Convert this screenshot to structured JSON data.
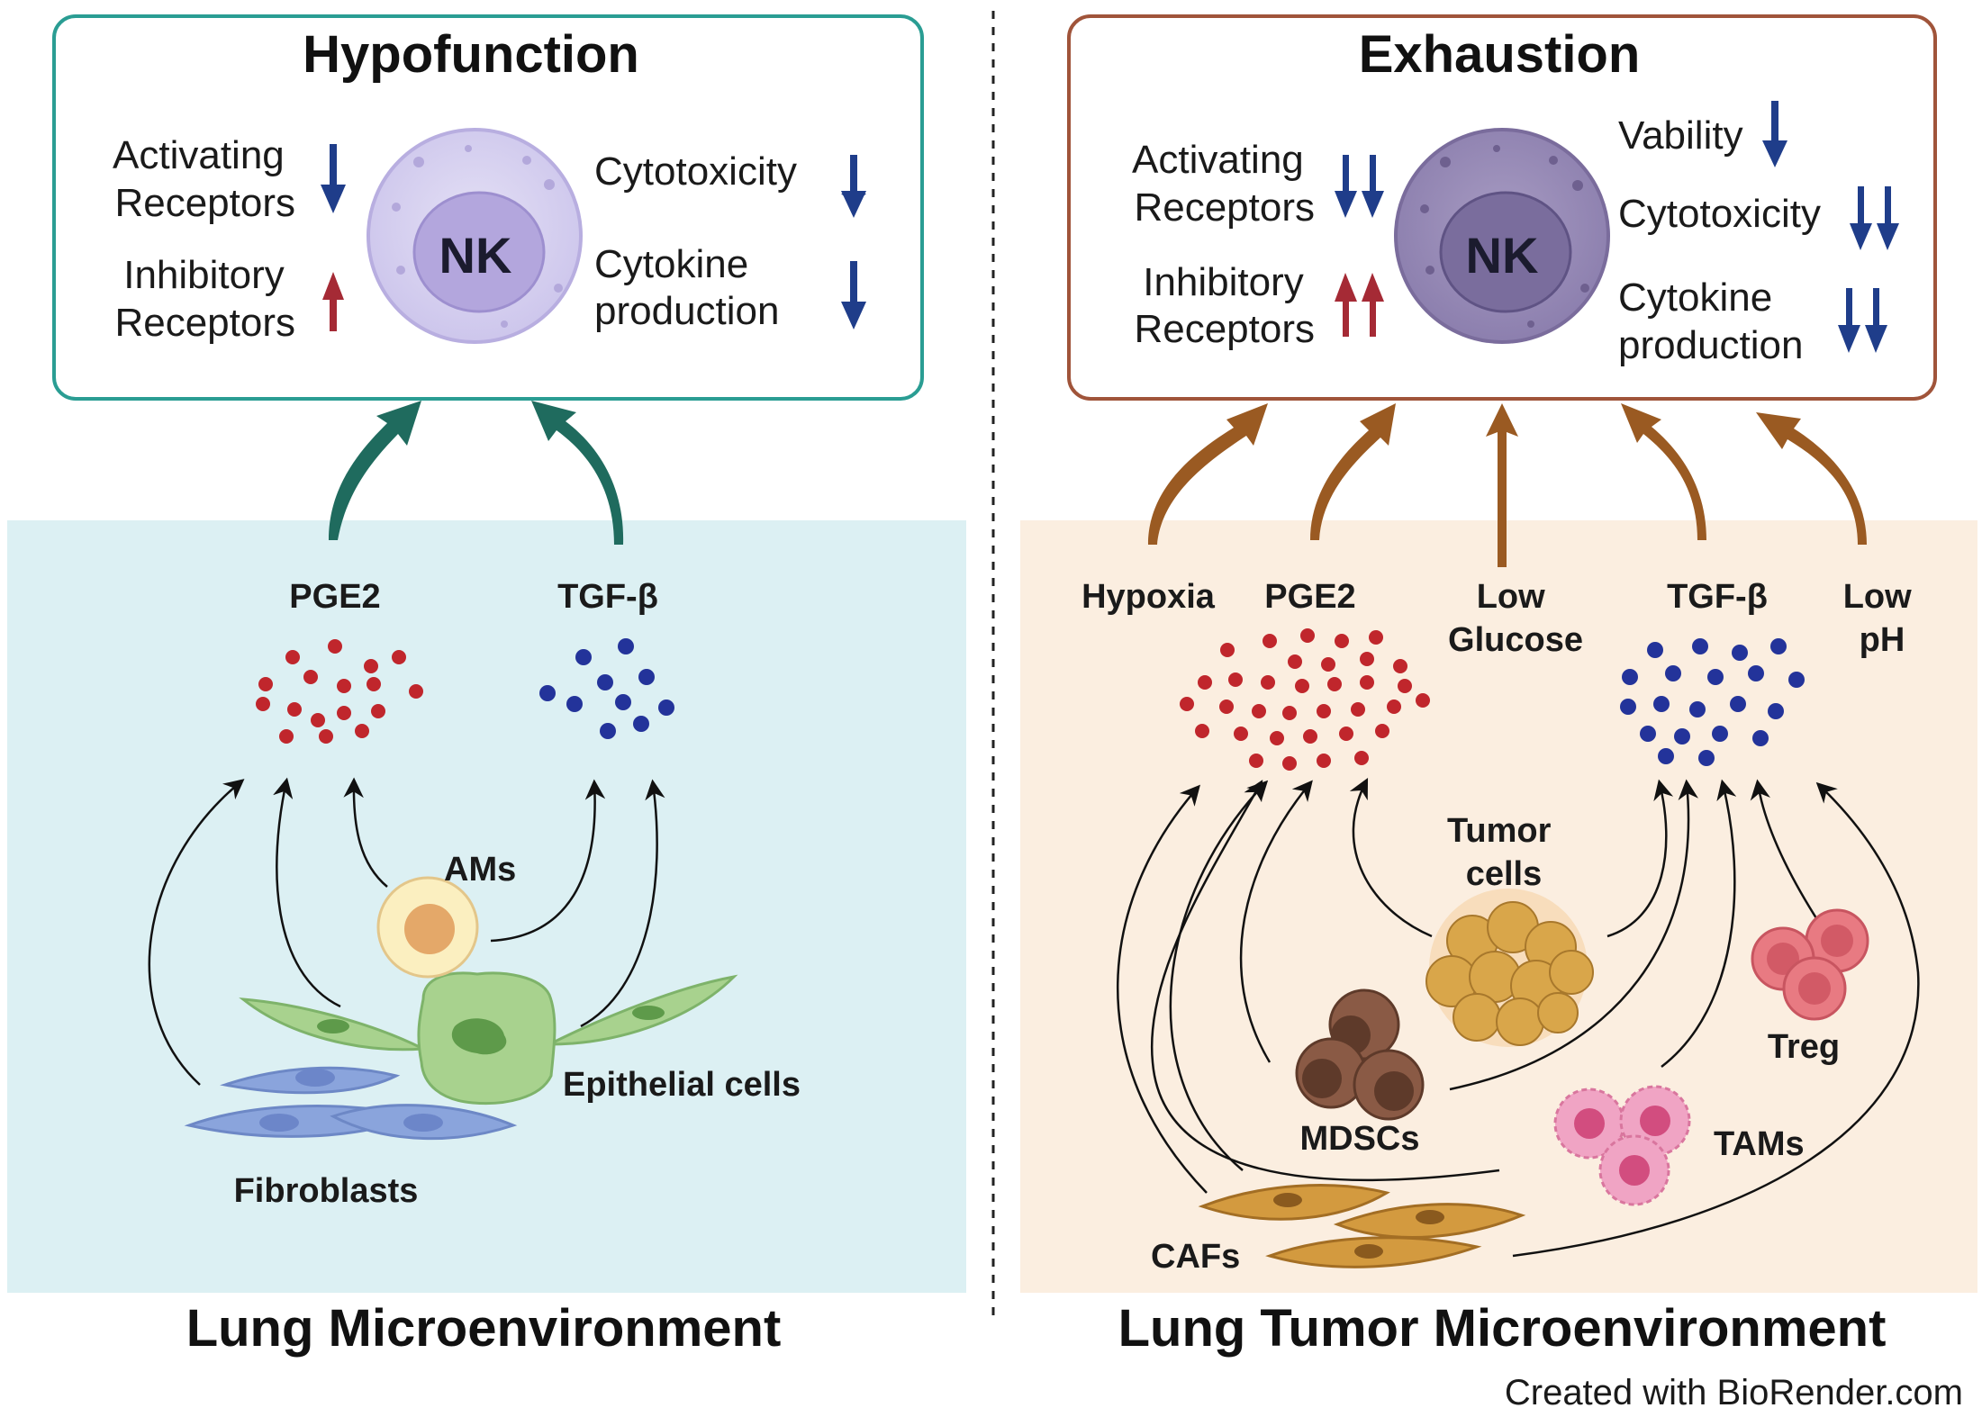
{
  "left": {
    "title": "Hypofunction",
    "nk_label": "NK",
    "activating_line1": "Activating",
    "activating_line2": "Receptors",
    "inhibitory_line1": "Inhibitory",
    "inhibitory_line2": "Receptors",
    "cytotoxicity": "Cytotoxicity",
    "cytokine_line1": "Cytokine",
    "cytokine_line2": "production",
    "factors": [
      "PGE2",
      "TGF-β"
    ],
    "cells": {
      "ams": "AMs",
      "epithelial": "Epithelial cells",
      "fibroblasts": "Fibroblasts"
    },
    "panel_title": "Lung Microenvironment"
  },
  "right": {
    "title": "Exhaustion",
    "nk_label": "NK",
    "activating_line1": "Activating",
    "activating_line2": "Receptors",
    "inhibitory_line1": "Inhibitory",
    "inhibitory_line2": "Receptors",
    "vability": "Vability",
    "cytotoxicity": "Cytotoxicity",
    "cytokine_line1": "Cytokine",
    "cytokine_line2": "production",
    "factors": {
      "hypoxia": "Hypoxia",
      "pge2": "PGE2",
      "low_glucose_1": "Low",
      "low_glucose_2": "Glucose",
      "tgfb": "TGF-β",
      "low_ph_1": "Low",
      "low_ph_2": "pH"
    },
    "cells": {
      "tumor_1": "Tumor",
      "tumor_2": "cells",
      "treg": "Treg",
      "mdscs": "MDSCs",
      "tams": "TAMs",
      "cafs": "CAFs"
    },
    "panel_title": "Lung Tumor Microenvironment"
  },
  "credit": "Created with BioRender.com",
  "colors": {
    "left_box_border": "#2a9d93",
    "right_box_border": "#a0543a",
    "left_panel_bg": "#dcf0f3",
    "right_panel_bg": "#fbeee0",
    "left_big_arrow": "#1f6b5e",
    "right_big_arrow": "#9a5a22",
    "down_arrow": "#1f3d8a",
    "up_arrow": "#a52a35",
    "pge2_dot": "#c0262c",
    "tgfb_dot": "#23339a"
  },
  "icons": [
    "nk-cell-icon",
    "down-arrow-icon",
    "up-arrow-icon",
    "macrophage-icon",
    "epithelial-cell-icon",
    "fibroblast-icon",
    "tumor-cell-icon",
    "mdsc-icon",
    "treg-icon",
    "tam-icon",
    "caf-icon"
  ]
}
